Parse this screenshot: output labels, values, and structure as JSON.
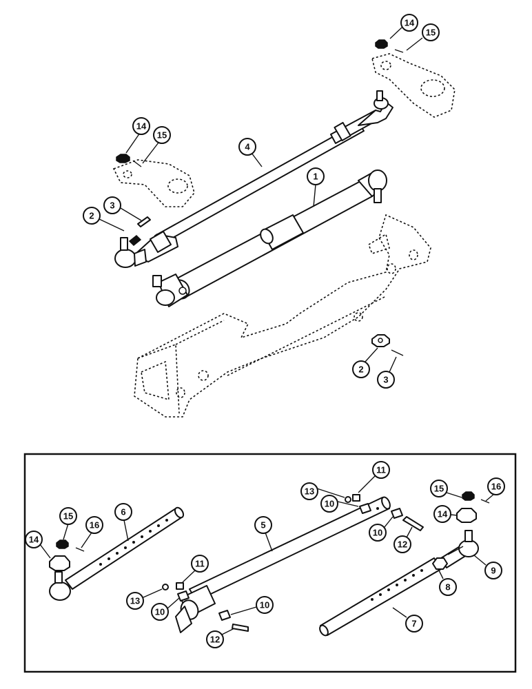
{
  "callouts": {
    "c1": "1",
    "c2a": "2",
    "c2b": "3",
    "c3a": "3",
    "c3b": "2",
    "c4": "4",
    "c14a": "14",
    "c15a": "15",
    "c14b": "14",
    "c15b": "15",
    "c6": "6",
    "c5": "5",
    "c7": "7",
    "c8": "8",
    "c9": "9",
    "c10a": "10",
    "c10b": "10",
    "c10c": "10",
    "c10d": "10",
    "c11a": "11",
    "c11b": "11",
    "c12a": "12",
    "c12b": "12",
    "c13a": "13",
    "c13b": "13",
    "c14c": "14",
    "c14d": "14",
    "c15c": "15",
    "c15d": "15",
    "c16a": "16",
    "c16b": "16"
  }
}
